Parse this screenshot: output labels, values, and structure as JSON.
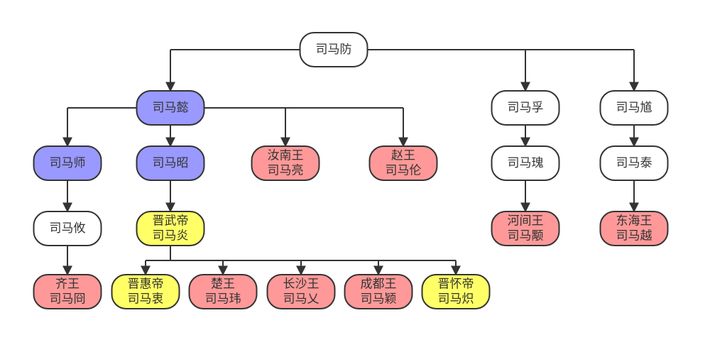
{
  "title": "司马氏家族谱系",
  "colors": {
    "white": "#ffffff",
    "blue": "#9999ff",
    "red": "#ff9999",
    "yellow": "#ffff66",
    "stroke": "#333333",
    "line": "#333333"
  },
  "nodes": [
    {
      "id": "fang",
      "lines": [
        "司马防"
      ],
      "color": "white"
    },
    {
      "id": "yi",
      "lines": [
        "司马懿"
      ],
      "color": "blue"
    },
    {
      "id": "fu",
      "lines": [
        "司马孚"
      ],
      "color": "white"
    },
    {
      "id": "kui",
      "lines": [
        "司马馗"
      ],
      "color": "white"
    },
    {
      "id": "shi",
      "lines": [
        "司马师"
      ],
      "color": "blue"
    },
    {
      "id": "zhao",
      "lines": [
        "司马昭"
      ],
      "color": "blue"
    },
    {
      "id": "liang",
      "lines": [
        "汝南王",
        "司马亮"
      ],
      "color": "red"
    },
    {
      "id": "lun",
      "lines": [
        "赵王",
        "司马伦"
      ],
      "color": "red"
    },
    {
      "id": "gui",
      "lines": [
        "司马瑰"
      ],
      "color": "white"
    },
    {
      "id": "tai",
      "lines": [
        "司马泰"
      ],
      "color": "white"
    },
    {
      "id": "you",
      "lines": [
        "司马攸"
      ],
      "color": "white"
    },
    {
      "id": "yan",
      "lines": [
        "晋武帝",
        "司马炎"
      ],
      "color": "yellow"
    },
    {
      "id": "yong",
      "lines": [
        "河间王",
        "司马颙"
      ],
      "color": "red"
    },
    {
      "id": "yue",
      "lines": [
        "东海王",
        "司马越"
      ],
      "color": "red"
    },
    {
      "id": "jiong",
      "lines": [
        "齐王",
        "司马冏"
      ],
      "color": "red"
    },
    {
      "id": "zhong",
      "lines": [
        "晋惠帝",
        "司马衷"
      ],
      "color": "yellow"
    },
    {
      "id": "wei",
      "lines": [
        "楚王",
        "司马玮"
      ],
      "color": "red"
    },
    {
      "id": "ai",
      "lines": [
        "长沙王",
        "司马乂"
      ],
      "color": "red"
    },
    {
      "id": "ying",
      "lines": [
        "成都王",
        "司马颖"
      ],
      "color": "red"
    },
    {
      "id": "chi",
      "lines": [
        "晋怀帝",
        "司马炽"
      ],
      "color": "yellow"
    }
  ],
  "edges": [
    {
      "from": "fang",
      "to": [
        "yi",
        "fu",
        "kui"
      ]
    },
    {
      "from": "yi",
      "to": [
        "shi",
        "zhao",
        "liang",
        "lun"
      ]
    },
    {
      "from": "fu",
      "to": [
        "gui"
      ]
    },
    {
      "from": "kui",
      "to": [
        "tai"
      ]
    },
    {
      "from": "shi",
      "to": [
        "you"
      ]
    },
    {
      "from": "zhao",
      "to": [
        "yan"
      ]
    },
    {
      "from": "gui",
      "to": [
        "yong"
      ]
    },
    {
      "from": "tai",
      "to": [
        "yue"
      ]
    },
    {
      "from": "you",
      "to": [
        "jiong"
      ]
    },
    {
      "from": "yan",
      "to": [
        "zhong",
        "wei",
        "ai",
        "ying",
        "chi"
      ]
    }
  ]
}
